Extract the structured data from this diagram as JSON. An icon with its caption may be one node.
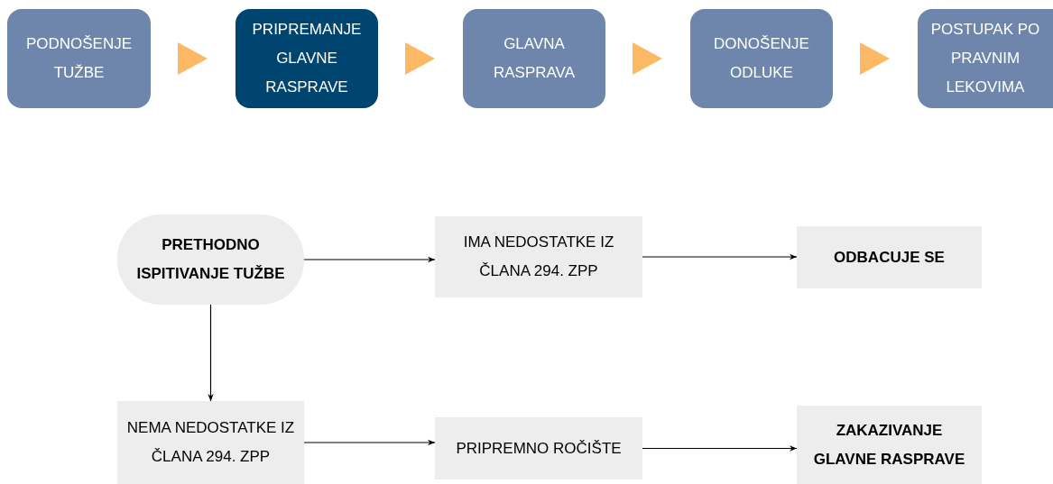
{
  "diagram": {
    "nodes": [
      {
        "text": [
          "PODNOŠENJE TUŽBE"
        ]
      },
      {
        "text": [
          "PRIPREMANJE GLAVNE RASPRAVE"
        ]
      },
      {
        "text": [
          "GLAVNA RASPRAVA"
        ]
      },
      {
        "text": [
          "DONOŠENJE ODLUKE"
        ]
      },
      {
        "text": [
          "POSTUPAK PO PRAVNIM LEKOVIMA"
        ]
      },
      {
        "text": [
          "PRETHODNO ISPITIVANJE TUŽBE"
        ]
      },
      {
        "text": [
          "IMA NEDOSTATKE IZ ČLANA 294. ZPP"
        ]
      },
      {
        "text": [
          "ODBACUJE SE"
        ]
      },
      {
        "text": [
          "NEMA NEDOSTATKE IZ ČLANA 294. ZPP"
        ]
      },
      {
        "text": [
          "PRIPREMNO ROČIŠTE"
        ]
      },
      {
        "text": [
          "ZAKAZIVANJE GLAVNE RASPRAVE"
        ]
      }
    ],
    "edges": [
      {
        "from": 0,
        "to": 1,
        "arrow": "to",
        "style": "thick",
        "color": "#fbb966"
      },
      {
        "from": 1,
        "to": 2,
        "arrow": "to",
        "style": "thick",
        "color": "#fbb966"
      },
      {
        "from": 2,
        "to": 3,
        "arrow": "to",
        "style": "thick",
        "color": "#fbb966"
      },
      {
        "from": 3,
        "to": 4,
        "arrow": "to",
        "style": "thick",
        "color": "#fbb966"
      },
      {
        "from": 5,
        "to": 6,
        "arrow": "to"
      },
      {
        "from": 6,
        "to": 7,
        "arrow": "to"
      },
      {
        "from": 5,
        "to": 8,
        "arrow": "to"
      },
      {
        "from": 8,
        "to": 9,
        "arrow": "to"
      },
      {
        "from": 9,
        "to": 10,
        "arrow": "to"
      }
    ]
  }
}
